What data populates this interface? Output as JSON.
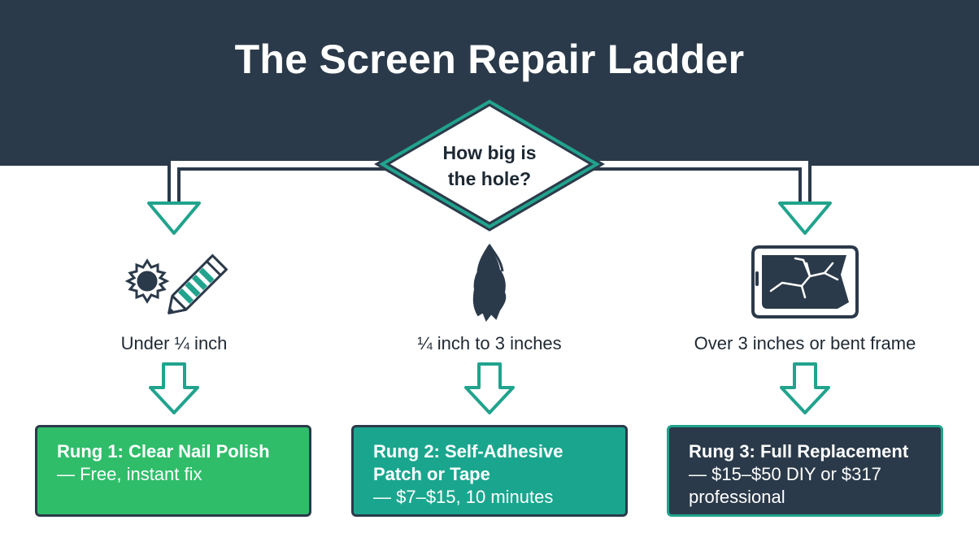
{
  "title": "The Screen Repair Ladder",
  "question": {
    "line1": "How big is",
    "line2": "the hole?"
  },
  "branches": [
    {
      "condition": "Under ¼ inch",
      "icon": "nail-polish-icon",
      "rung": "Rung 1: Clear Nail Polish",
      "detail": "— Free, instant fix",
      "color": "#2fbd6a"
    },
    {
      "condition": "¼ inch to 3 inches",
      "icon": "torn-hole-icon",
      "rung_line1": "Rung 2: Self-Adhesive",
      "rung_line2": "Patch or Tape",
      "detail": "— $7–$15, 10 minutes",
      "color": "#1aa68e"
    },
    {
      "condition": "Over 3 inches or bent frame",
      "icon": "broken-screen-icon",
      "rung": "Rung 3: Full Replacement",
      "detail_line1": "— $15–$50 DIY or $317",
      "detail_line2": "professional",
      "color": "#2b3a4a"
    }
  ],
  "colors": {
    "header": "#2b3a4a",
    "accent": "#21a38d"
  }
}
